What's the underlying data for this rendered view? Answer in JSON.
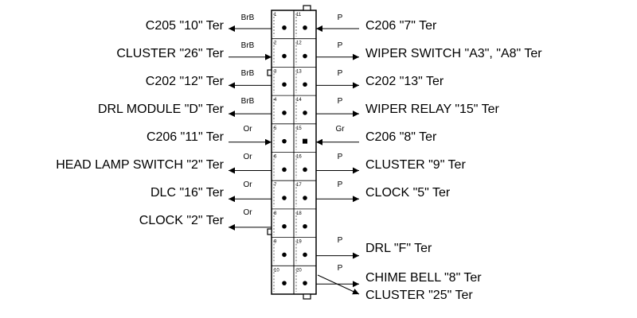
{
  "connector": {
    "left_pins": [
      {
        "number": "1",
        "wire_color": "BrB",
        "destination": "C205 \"10\" Ter",
        "direction": "out"
      },
      {
        "number": "2",
        "wire_color": "BrB",
        "destination": "CLUSTER \"26\" Ter",
        "direction": "in"
      },
      {
        "number": "3",
        "wire_color": "BrB",
        "destination": "C202 \"12\" Ter",
        "direction": "out"
      },
      {
        "number": "4",
        "wire_color": "BrB",
        "destination": "DRL MODULE \"D\" Ter",
        "direction": "out"
      },
      {
        "number": "5",
        "wire_color": "Or",
        "destination": "C206 \"11\" Ter",
        "direction": "in"
      },
      {
        "number": "6",
        "wire_color": "Or",
        "destination": "HEAD LAMP SWITCH \"2\" Ter",
        "direction": "out"
      },
      {
        "number": "7",
        "wire_color": "Or",
        "destination": "DLC \"16\" Ter",
        "direction": "out"
      },
      {
        "number": "8",
        "wire_color": "Or",
        "destination": "CLOCK \"2\" Ter",
        "direction": "out"
      },
      {
        "number": "9",
        "wire_color": "",
        "destination": "",
        "direction": ""
      },
      {
        "number": "10",
        "wire_color": "",
        "destination": "",
        "direction": ""
      }
    ],
    "right_pins": [
      {
        "number": "11",
        "wire_color": "P",
        "destination": "C206 \"7\" Ter",
        "direction": "in"
      },
      {
        "number": "12",
        "wire_color": "P",
        "destination": "WIPER SWITCH \"A3\", \"A8\" Ter",
        "direction": "out"
      },
      {
        "number": "13",
        "wire_color": "P",
        "destination": "C202 \"13\" Ter",
        "direction": "out"
      },
      {
        "number": "14",
        "wire_color": "P",
        "destination": "WIPER RELAY \"15\" Ter",
        "direction": "out"
      },
      {
        "number": "15",
        "wire_color": "Gr",
        "destination": "C206 \"8\" Ter",
        "direction": "in"
      },
      {
        "number": "16",
        "wire_color": "P",
        "destination": "CLUSTER \"9\" Ter",
        "direction": "out"
      },
      {
        "number": "17",
        "wire_color": "P",
        "destination": "CLOCK \"5\" Ter",
        "direction": "out"
      },
      {
        "number": "18",
        "wire_color": "",
        "destination": "",
        "direction": ""
      },
      {
        "number": "19",
        "wire_color": "P",
        "destination": "DRL \"F\" Ter",
        "direction": "out"
      },
      {
        "number": "20",
        "wire_color": "P",
        "destination": "CHIME BELL \"8\" Ter",
        "direction": "out"
      }
    ],
    "extra_branch": {
      "destination": "CLUSTER \"25\" Ter"
    }
  }
}
